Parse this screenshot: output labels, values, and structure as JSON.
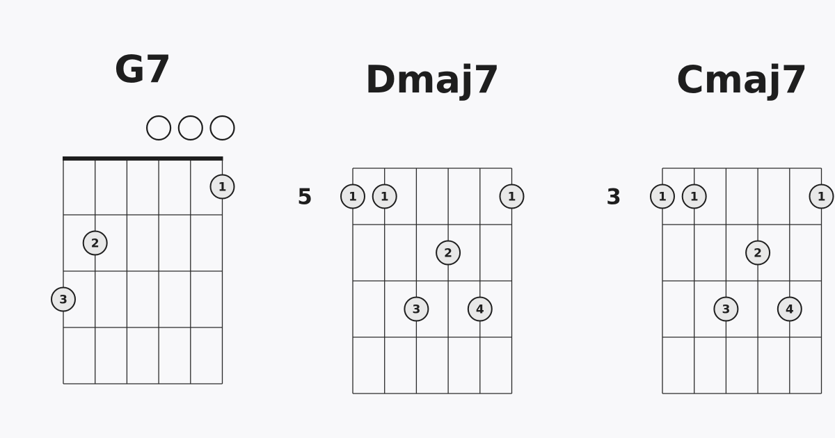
{
  "diagram": {
    "chords": [
      {
        "name": "G7",
        "position_label": "",
        "nut": true,
        "strings": 6,
        "frets": 4,
        "open_strings": [
          3,
          4,
          5
        ],
        "fingers": [
          {
            "string": 5,
            "fret": 1,
            "finger": "1"
          },
          {
            "string": 1,
            "fret": 2,
            "finger": "2"
          },
          {
            "string": 0,
            "fret": 3,
            "finger": "3"
          }
        ]
      },
      {
        "name": "Dmaj7",
        "position_label": "5",
        "nut": false,
        "strings": 6,
        "frets": 4,
        "open_strings": [],
        "fingers": [
          {
            "string": 0,
            "fret": 1,
            "finger": "1"
          },
          {
            "string": 1,
            "fret": 1,
            "finger": "1"
          },
          {
            "string": 5,
            "fret": 1,
            "finger": "1"
          },
          {
            "string": 3,
            "fret": 2,
            "finger": "2"
          },
          {
            "string": 2,
            "fret": 3,
            "finger": "3"
          },
          {
            "string": 4,
            "fret": 3,
            "finger": "4"
          }
        ]
      },
      {
        "name": "Cmaj7",
        "position_label": "3",
        "nut": false,
        "strings": 6,
        "frets": 4,
        "open_strings": [],
        "fingers": [
          {
            "string": 0,
            "fret": 1,
            "finger": "1"
          },
          {
            "string": 1,
            "fret": 1,
            "finger": "1"
          },
          {
            "string": 5,
            "fret": 1,
            "finger": "1"
          },
          {
            "string": 3,
            "fret": 2,
            "finger": "2"
          },
          {
            "string": 2,
            "fret": 3,
            "finger": "3"
          },
          {
            "string": 4,
            "fret": 3,
            "finger": "4"
          }
        ]
      }
    ]
  }
}
